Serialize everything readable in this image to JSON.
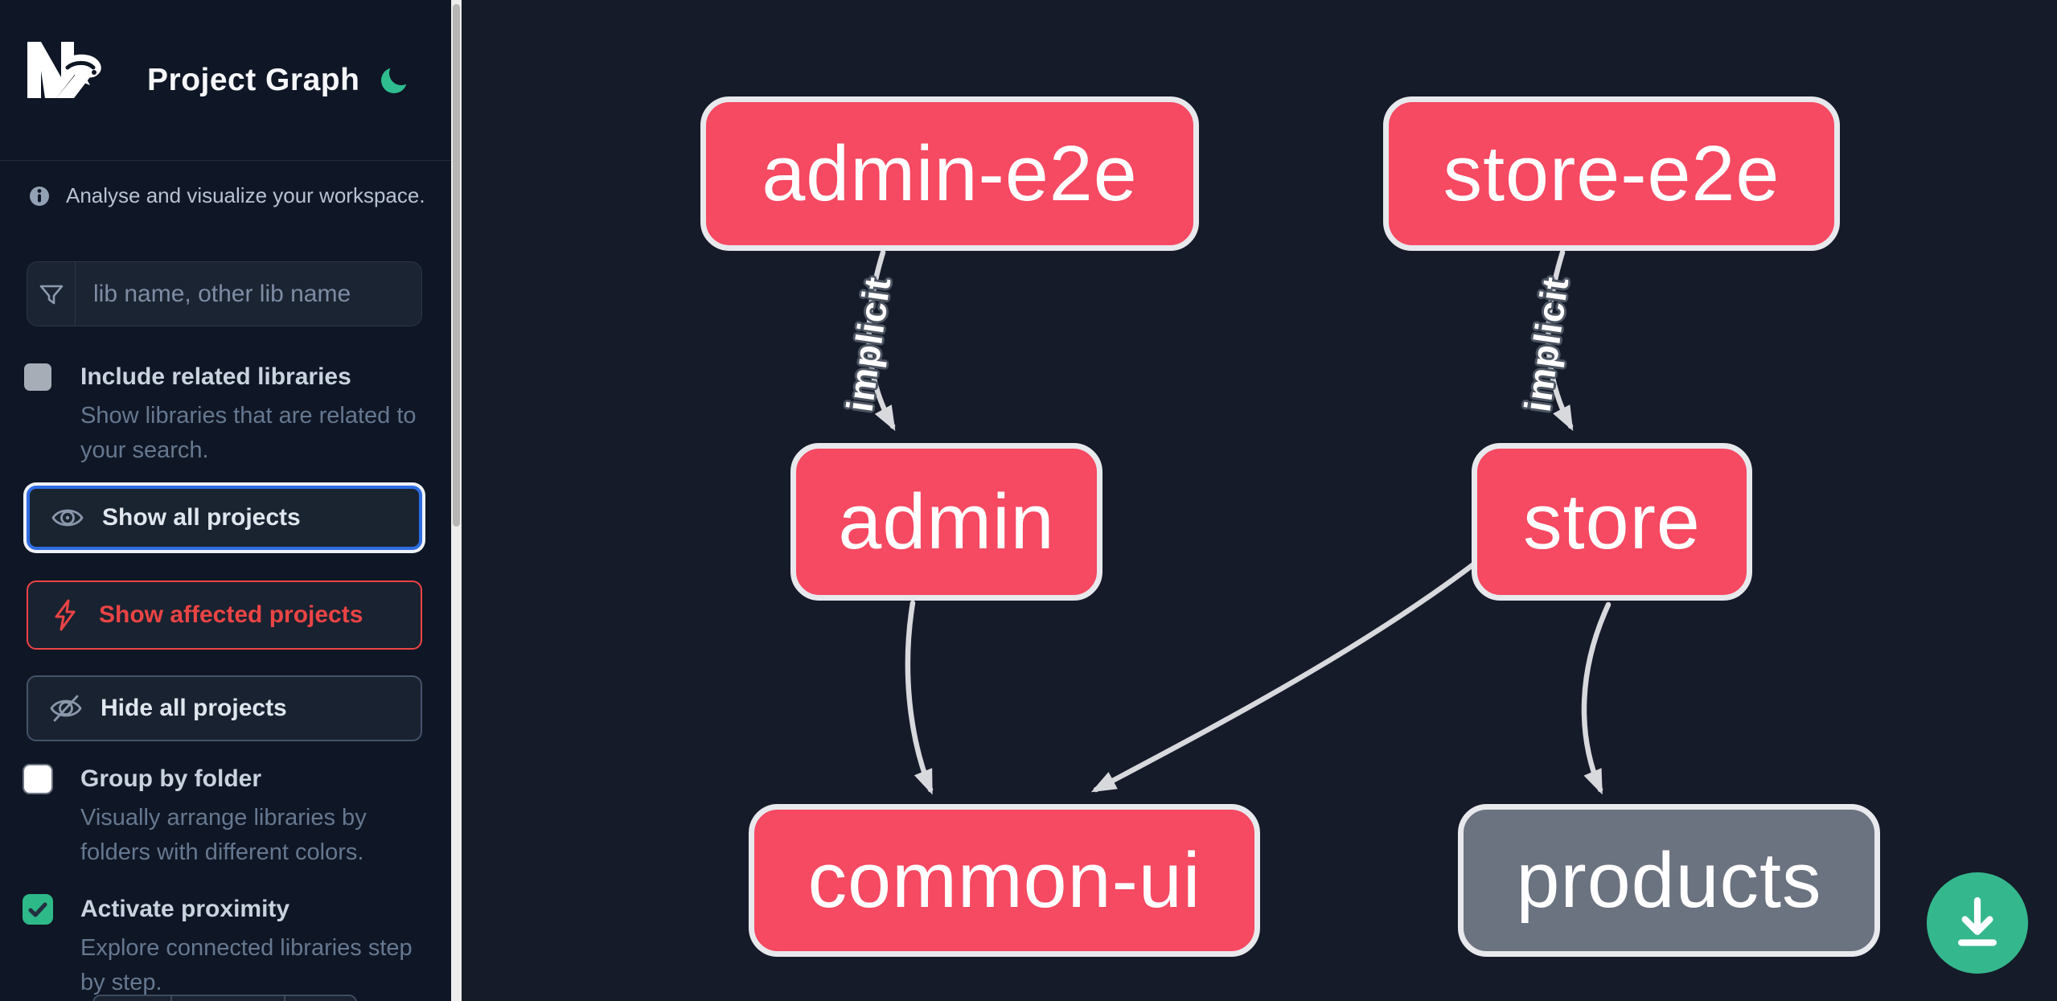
{
  "header": {
    "title": "Project Graph"
  },
  "sidebar": {
    "tagline": "Analyse and visualize your workspace.",
    "search": {
      "placeholder": "lib name, other lib name"
    },
    "options": [
      {
        "id": "include-related",
        "label": "Include related libraries",
        "description": "Show libraries that are related to your search.",
        "checked": false
      },
      {
        "id": "group-by-folder",
        "label": "Group by folder",
        "description": "Visually arrange libraries by folders with different colors.",
        "checked": false
      },
      {
        "id": "activate-proximity",
        "label": "Activate proximity",
        "description": "Explore connected libraries step by step.",
        "checked": true
      }
    ],
    "actions": [
      {
        "id": "show-all",
        "label": "Show all projects",
        "icon": "eye-icon"
      },
      {
        "id": "show-affected",
        "label": "Show affected projects",
        "icon": "bolt-icon"
      },
      {
        "id": "hide-all",
        "label": "Hide all projects",
        "icon": "eye-off-icon"
      }
    ]
  },
  "graph": {
    "nodes": [
      {
        "id": "admin-e2e",
        "label": "admin-e2e",
        "status": "affected"
      },
      {
        "id": "store-e2e",
        "label": "store-e2e",
        "status": "affected"
      },
      {
        "id": "admin",
        "label": "admin",
        "status": "affected"
      },
      {
        "id": "store",
        "label": "store",
        "status": "affected"
      },
      {
        "id": "common-ui",
        "label": "common-ui",
        "status": "affected"
      },
      {
        "id": "products",
        "label": "products",
        "status": "unaffected"
      }
    ],
    "edges": [
      {
        "source": "admin-e2e",
        "target": "admin",
        "label": "implicit"
      },
      {
        "source": "store-e2e",
        "target": "store",
        "label": "implicit"
      },
      {
        "source": "admin",
        "target": "common-ui",
        "label": ""
      },
      {
        "source": "store",
        "target": "common-ui",
        "label": ""
      },
      {
        "source": "store",
        "target": "products",
        "label": ""
      }
    ],
    "colors": {
      "affected_node": "#f64962",
      "unaffected_node": "#6b7280",
      "node_border": "#e7e9ed",
      "edge": "#d7d9dd",
      "focus_ring": "#2e6ce2",
      "danger": "#ea4444",
      "accent_green": "#35b78d"
    }
  },
  "icons": {
    "theme_toggle": "moon-icon",
    "search": "funnel-icon",
    "download": "download-icon",
    "info": "info-icon"
  }
}
